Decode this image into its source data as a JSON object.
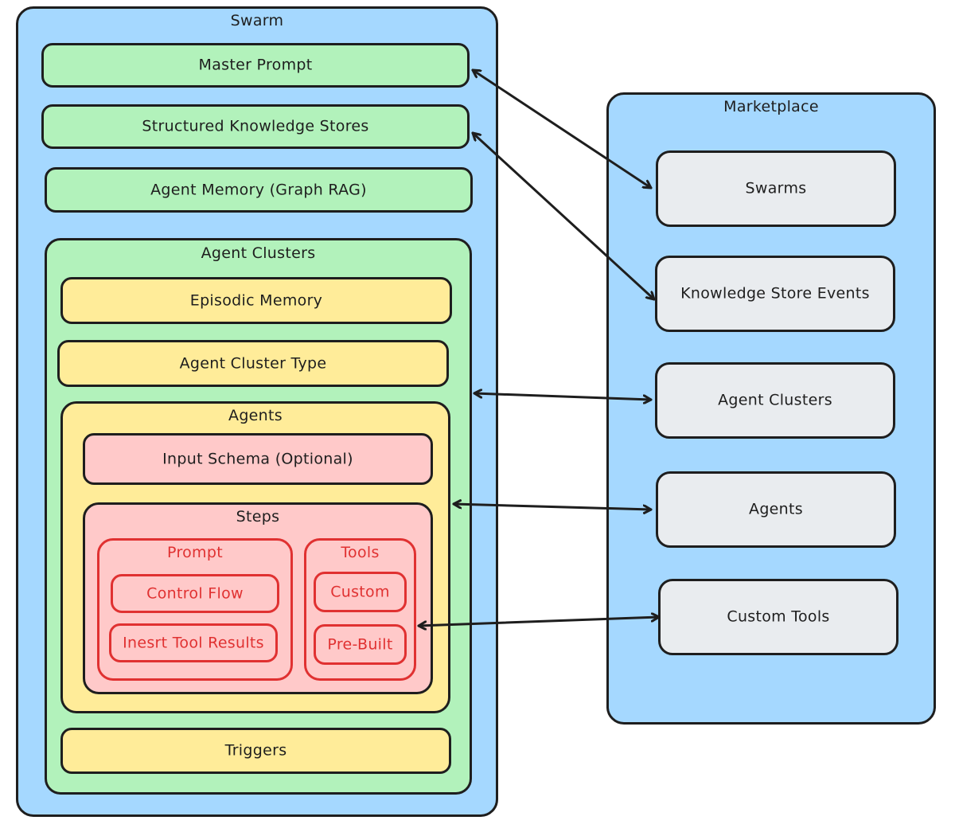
{
  "swarm": {
    "title": "Swarm",
    "master_prompt": "Master Prompt",
    "knowledge_stores": "Structured Knowledge Stores",
    "agent_memory": "Agent Memory (Graph RAG)",
    "agent_clusters": {
      "title": "Agent Clusters",
      "episodic_memory": "Episodic Memory",
      "cluster_type": "Agent Cluster Type",
      "agents": {
        "title": "Agents",
        "input_schema": "Input Schema (Optional)",
        "steps": {
          "title": "Steps",
          "prompt": {
            "title": "Prompt",
            "control_flow": "Control Flow",
            "insert_tool_results": "Inesrt Tool Results"
          },
          "tools": {
            "title": "Tools",
            "custom": "Custom",
            "pre_built": "Pre-Built"
          }
        }
      },
      "triggers": "Triggers"
    }
  },
  "marketplace": {
    "title": "Marketplace",
    "swarms": "Swarms",
    "knowledge_store_events": "Knowledge Store Events",
    "agent_clusters": "Agent Clusters",
    "agents": "Agents",
    "custom_tools": "Custom Tools"
  },
  "colors": {
    "container_blue": "#a5d8ff",
    "green": "#b2f2bb",
    "yellow": "#ffec99",
    "pink": "#ffc9c9",
    "gray": "#e9ecef",
    "stroke": "#1e1e1e",
    "red": "#e03131"
  }
}
